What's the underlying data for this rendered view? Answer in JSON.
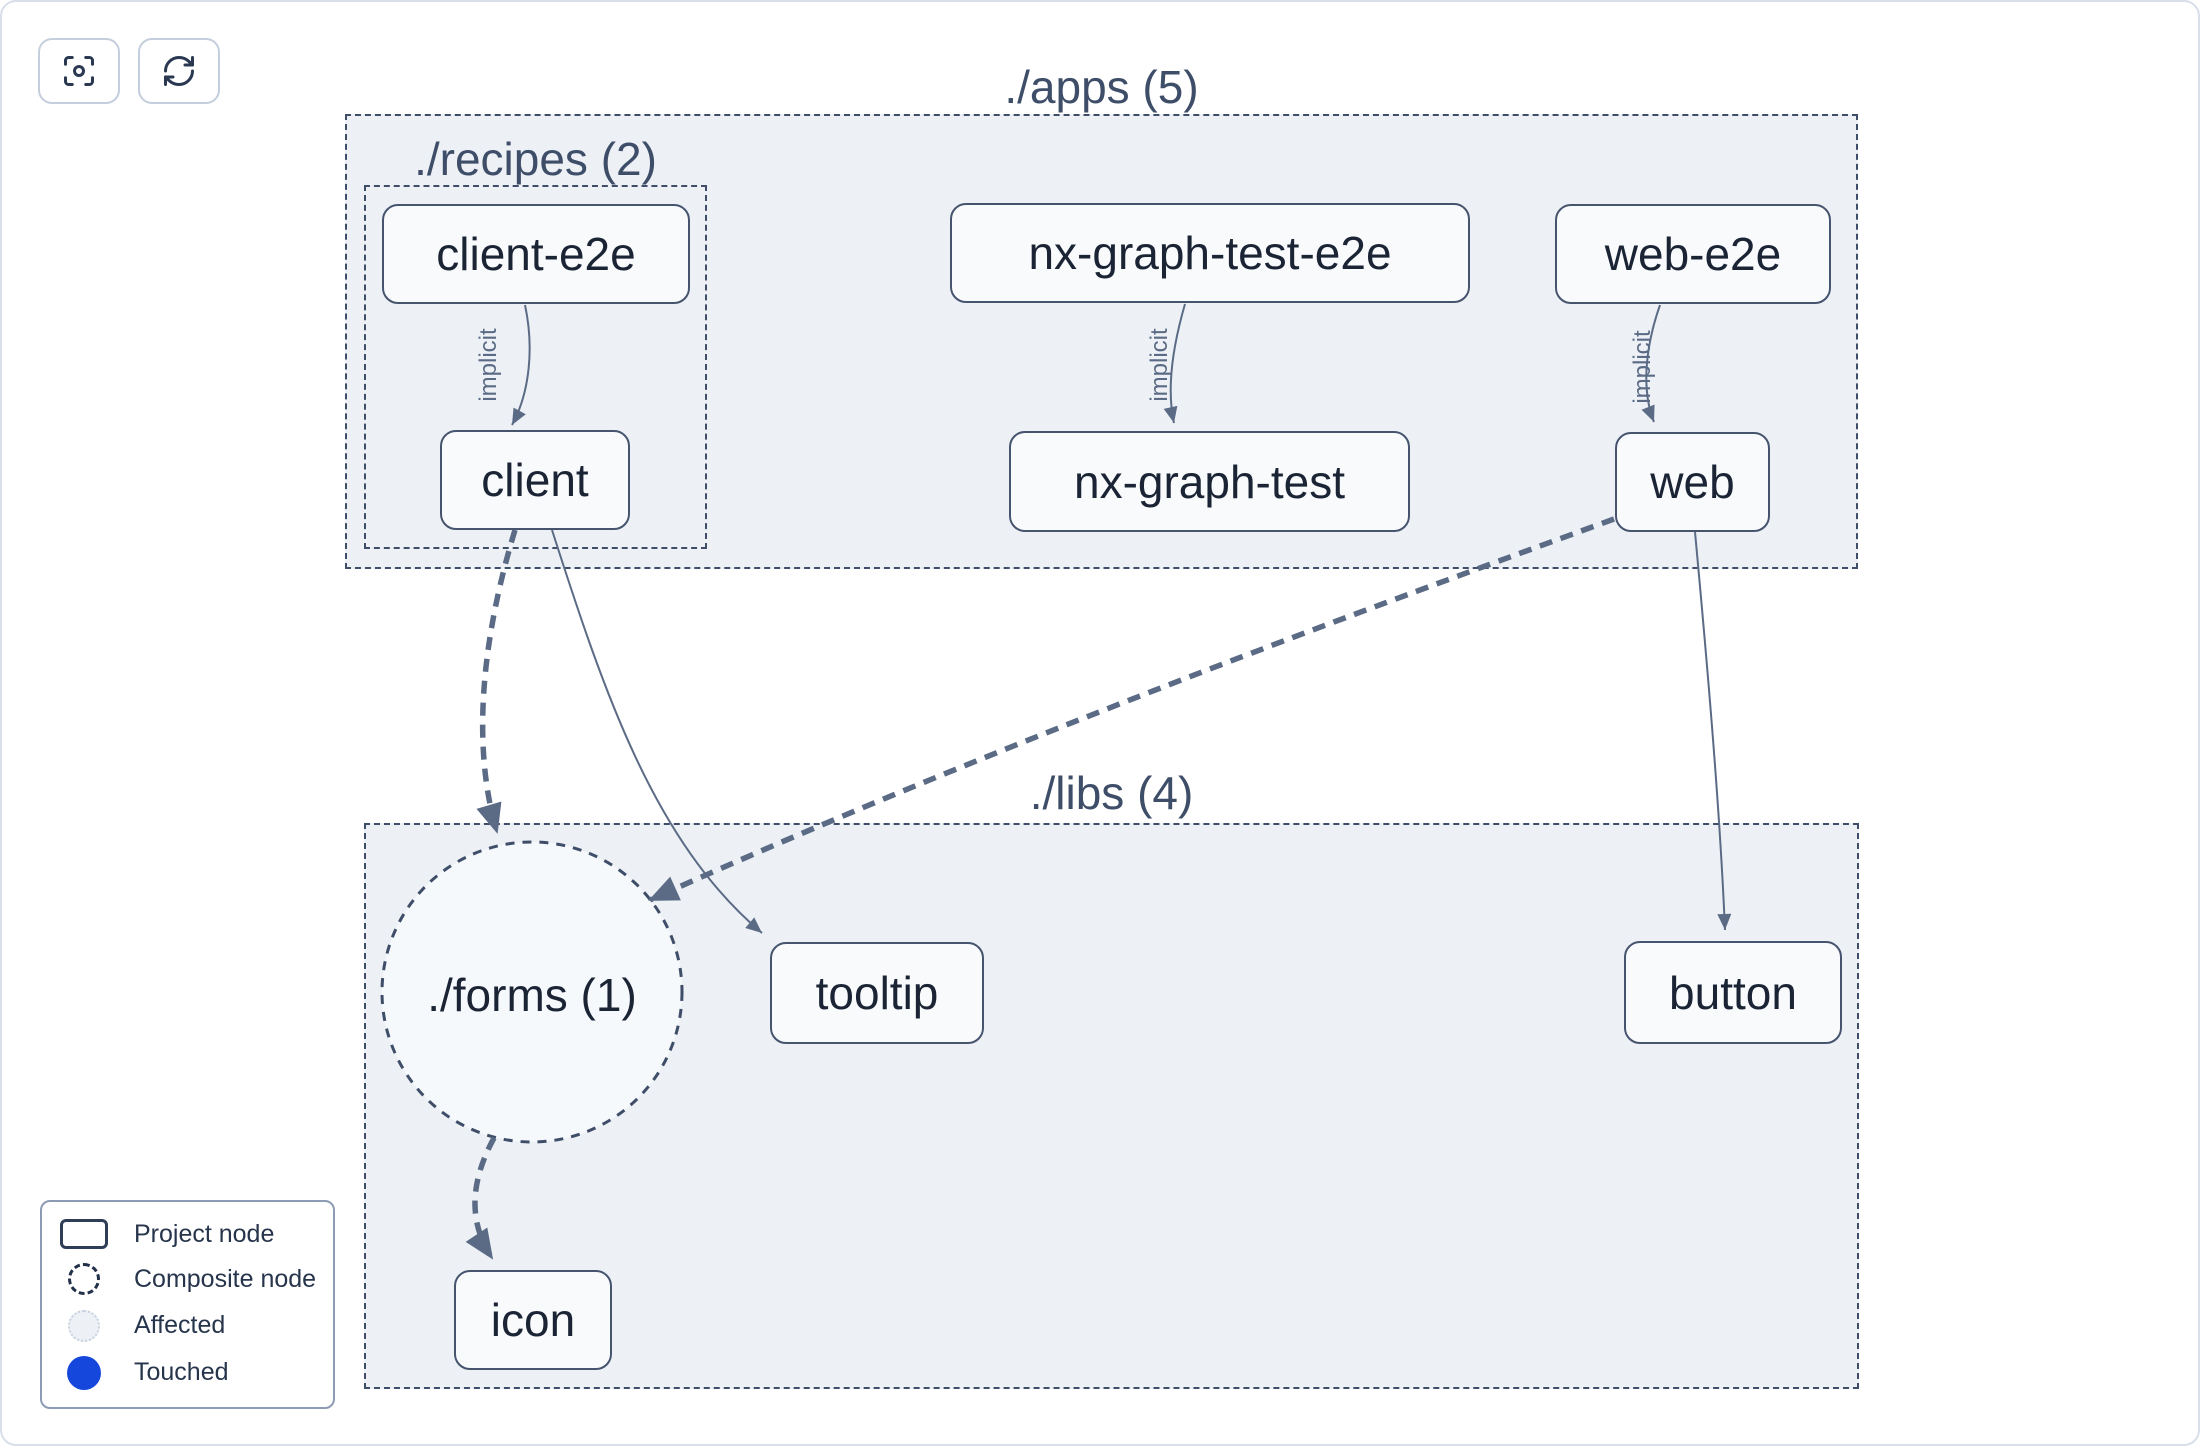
{
  "toolbar": {
    "buttons": [
      {
        "name": "center-graph",
        "icon": "scan-focus-icon"
      },
      {
        "name": "refresh-graph",
        "icon": "refresh-icon"
      }
    ]
  },
  "graph": {
    "groups": [
      {
        "id": "apps",
        "label": "./apps (5)"
      },
      {
        "id": "recipes",
        "label": "./recipes (2)"
      },
      {
        "id": "libs",
        "label": "./libs (4)"
      }
    ],
    "composite_nodes": [
      {
        "id": "forms",
        "label": "./forms (1)"
      }
    ],
    "nodes": [
      {
        "id": "client-e2e",
        "label": "client-e2e"
      },
      {
        "id": "nx-graph-test-e2e",
        "label": "nx-graph-test-e2e"
      },
      {
        "id": "web-e2e",
        "label": "web-e2e"
      },
      {
        "id": "client",
        "label": "client"
      },
      {
        "id": "nx-graph-test",
        "label": "nx-graph-test"
      },
      {
        "id": "web",
        "label": "web"
      },
      {
        "id": "tooltip",
        "label": "tooltip"
      },
      {
        "id": "button",
        "label": "button"
      },
      {
        "id": "icon",
        "label": "icon"
      }
    ],
    "edges": [
      {
        "from": "client-e2e",
        "to": "client",
        "label": "implicit",
        "style": "solid"
      },
      {
        "from": "nx-graph-test-e2e",
        "to": "nx-graph-test",
        "label": "implicit",
        "style": "solid"
      },
      {
        "from": "web-e2e",
        "to": "web",
        "label": "implicit",
        "style": "solid"
      },
      {
        "from": "client",
        "to": "./forms",
        "label": "",
        "style": "dashed"
      },
      {
        "from": "client",
        "to": "tooltip",
        "label": "",
        "style": "solid"
      },
      {
        "from": "web",
        "to": "./forms",
        "label": "",
        "style": "dashed"
      },
      {
        "from": "web",
        "to": "button",
        "label": "",
        "style": "solid"
      },
      {
        "from": "./forms",
        "to": "icon",
        "label": "",
        "style": "dashed"
      }
    ]
  },
  "legend": {
    "items": [
      {
        "label": "Project node",
        "icon": "project-node-icon"
      },
      {
        "label": "Composite node",
        "icon": "composite-node-icon"
      },
      {
        "label": "Affected",
        "icon": "affected-icon"
      },
      {
        "label": "Touched",
        "icon": "touched-icon"
      }
    ]
  },
  "colors": {
    "group_fill": "#edf1f6",
    "group_border": "#3f4e68",
    "node_fill": "#f8fafc",
    "node_border": "#46546e",
    "edge": "#5b6b85",
    "touched_blue": "#1547dd",
    "affected_fill": "#edf1f6"
  }
}
